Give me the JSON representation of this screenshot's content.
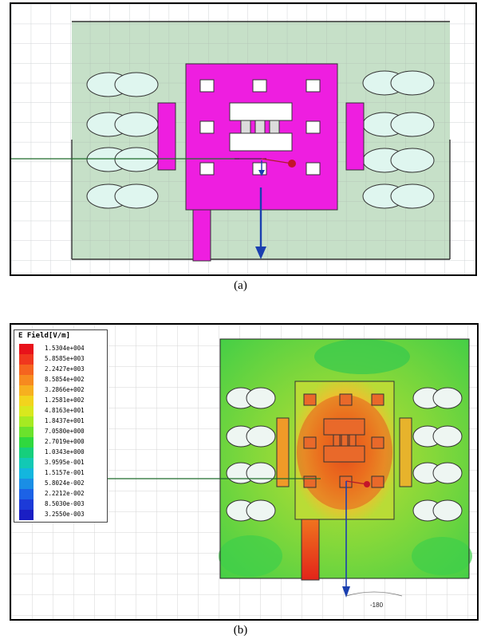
{
  "captions": {
    "a": "(a)",
    "b": "(b)"
  },
  "colors": {
    "patch_magenta": "#ee1ee0",
    "substrate_green": "#c6e0c8",
    "slot_fill": "#dff6ef",
    "grid_line": "#cfd3d6",
    "feed_arrow": "#1a3fb0",
    "port_line": "#1f6b2a",
    "field_hot": "#e03a18",
    "field_warm": "#f3a21a",
    "field_mid": "#9ad43a",
    "field_cool": "#3fcf4a"
  },
  "legend": {
    "title": "E Field[V/m]",
    "values": [
      "1.5304e+004",
      "5.8585e+003",
      "2.2427e+003",
      "8.5854e+002",
      "3.2866e+002",
      "1.2581e+002",
      "4.8163e+001",
      "1.8437e+001",
      "7.0580e+000",
      "2.7019e+000",
      "1.0343e+000",
      "3.9595e-001",
      "1.5157e-001",
      "5.8024e-002",
      "2.2212e-002",
      "8.5030e-003",
      "3.2550e-003"
    ],
    "swatch_colors": [
      "#e8121a",
      "#f0371e",
      "#f5641f",
      "#f78a1f",
      "#f7b01f",
      "#f2d41d",
      "#d8e81e",
      "#a6ea22",
      "#6be22c",
      "#30d83e",
      "#16cf7c",
      "#12c9b4",
      "#13b6de",
      "#1a8ee5",
      "#1c62e6",
      "#1c3ad8",
      "#1a1ec4"
    ]
  },
  "scale_label": "-180",
  "icons": {
    "feed": "down-arrow-icon",
    "port": "port-line",
    "coordinate": "origin-marker-icon"
  }
}
